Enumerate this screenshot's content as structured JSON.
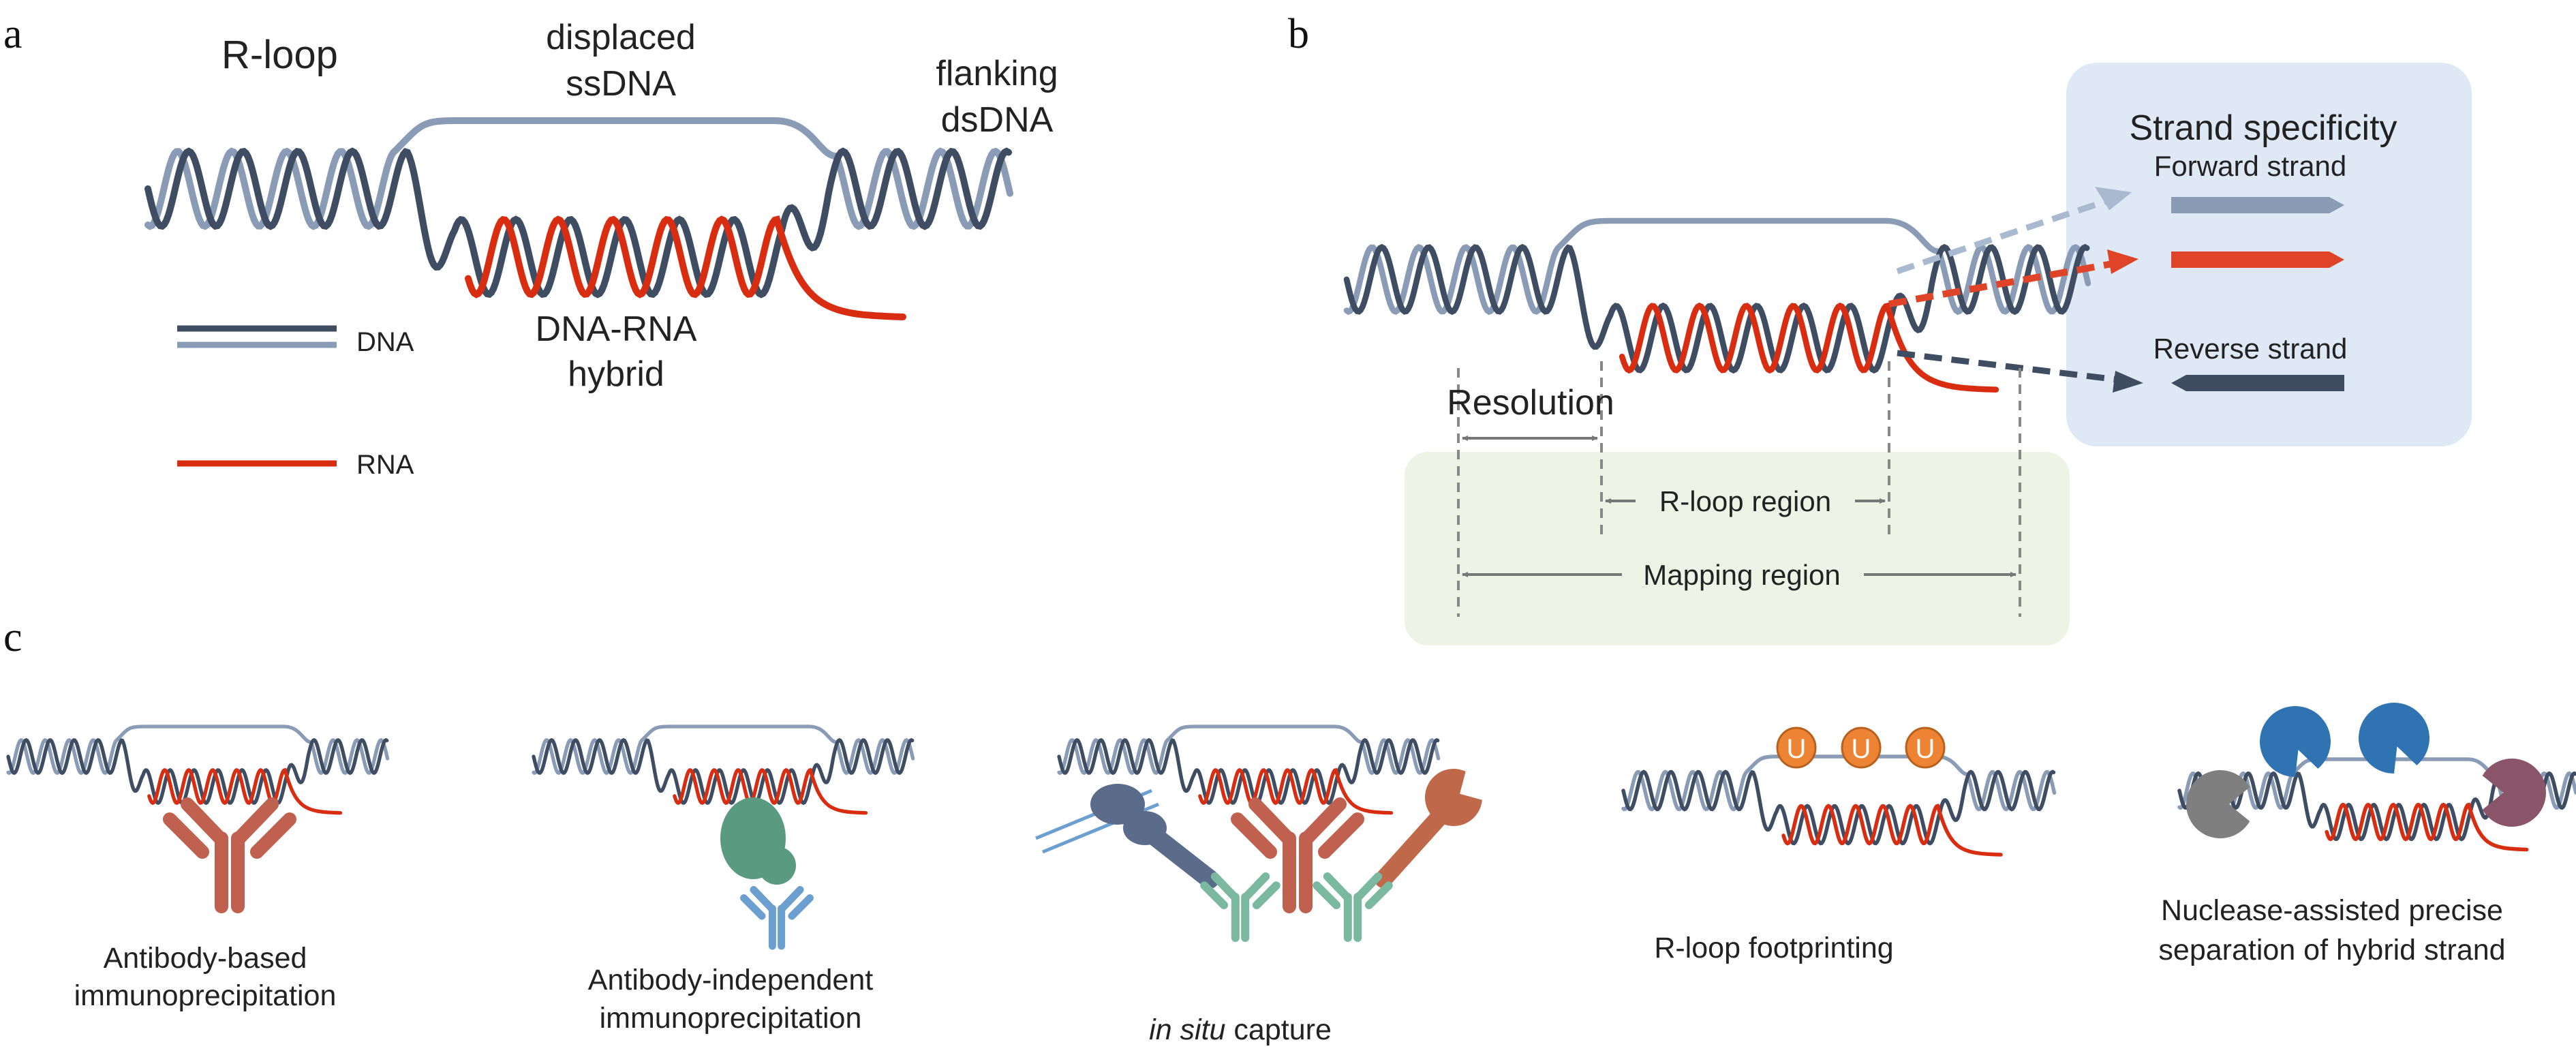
{
  "colors": {
    "dna_dark": "#3f4d63",
    "dna_light": "#8a9bb6",
    "rna": "#d92d12",
    "strand_box": "#dfe9f6",
    "region_box": "#eef3e6",
    "antibody": "#c0604f",
    "binding_protein": "#5a9a80",
    "small_antibody": "#6a9fd0",
    "u_circle": "#ec8434",
    "nuclease_blue": "#2f73b3",
    "nuclease_grey": "#7f7f7f",
    "nuclease_purple": "#8a5568"
  },
  "panel_a": {
    "letter": "a",
    "title": "R-loop",
    "displaced": [
      "displaced",
      "ssDNA"
    ],
    "flanking": [
      "flanking",
      "dsDNA"
    ],
    "hybrid": [
      "DNA-RNA",
      "hybrid"
    ],
    "legend": {
      "dna": "DNA",
      "rna": "RNA"
    }
  },
  "panel_b": {
    "letter": "b",
    "strand_title": "Strand specificity",
    "forward": "Forward strand",
    "reverse": "Reverse strand",
    "resolution": "Resolution",
    "rloop_region": "R-loop region",
    "mapping_region": "Mapping region"
  },
  "panel_c": {
    "letter": "c",
    "methods": [
      {
        "lines": [
          "Antibody-based",
          "immunoprecipitation"
        ]
      },
      {
        "lines": [
          "Antibody-independent",
          "immunoprecipitation"
        ]
      },
      {
        "italic": "in situ",
        "rest": " capture"
      },
      {
        "lines": [
          "R-loop footprinting"
        ]
      },
      {
        "lines": [
          "Nuclease-assisted precise",
          "separation of hybrid strand"
        ]
      }
    ],
    "u_label": "U"
  }
}
